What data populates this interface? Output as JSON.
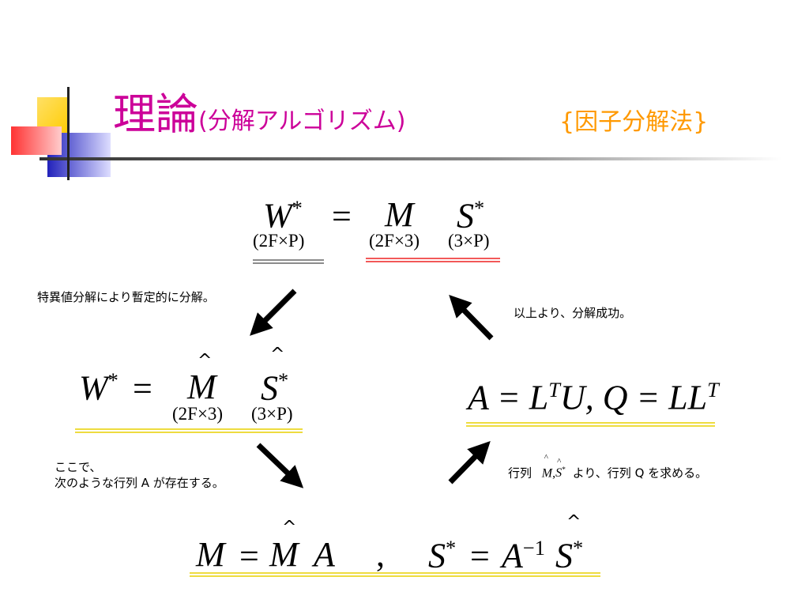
{
  "title": {
    "main": "理論",
    "sub": "(分解アルゴリズム)",
    "right": "{因子分解法}"
  },
  "colors": {
    "title": "#cc0099",
    "right_title": "#ff9900",
    "deco_yellow": "#ffcc00",
    "deco_red": "#ff3333",
    "deco_blue": "#3333cc",
    "red_rule": "#ee2222",
    "yellow_rule": "#e8d000"
  },
  "notes": {
    "svd": "特異値分解により暫定的に分解。",
    "success": "以上より、分解成功。",
    "exists_line1": "ここで、",
    "exists_line2": "次のような行列 A が存在する。",
    "find_prefix": "行列",
    "find_suffix": "より、行列 Q を求める。"
  },
  "equations": {
    "top": {
      "lhs": "W",
      "star": "*",
      "eq": "=",
      "m": "M",
      "s": "S",
      "dim_w": "(2F×P)",
      "dim_m": "(2F×3)",
      "dim_s": "(3×P)"
    },
    "middle_left": {
      "lhs": "W",
      "star": "*",
      "eq": "=",
      "m": "M",
      "s": "S",
      "hat": "^",
      "dim_m": "(2F×3)",
      "dim_s": "(3×P)"
    },
    "middle_right": {
      "text_a": "A = L",
      "sup_t1": "T",
      "text_b": "U, Q = LL",
      "sup_t2": "T"
    },
    "inline": {
      "m": "M",
      "comma": ",",
      "s": "S",
      "star": "*",
      "hat": "^"
    },
    "bottom": {
      "m1": "M",
      "eq1": "=",
      "m2": "M",
      "a": "A",
      "comma": ",",
      "s1": "S",
      "star": "*",
      "eq2": "=",
      "a2": "A",
      "inv": "−1",
      "s2": "S",
      "hat": "^"
    }
  }
}
